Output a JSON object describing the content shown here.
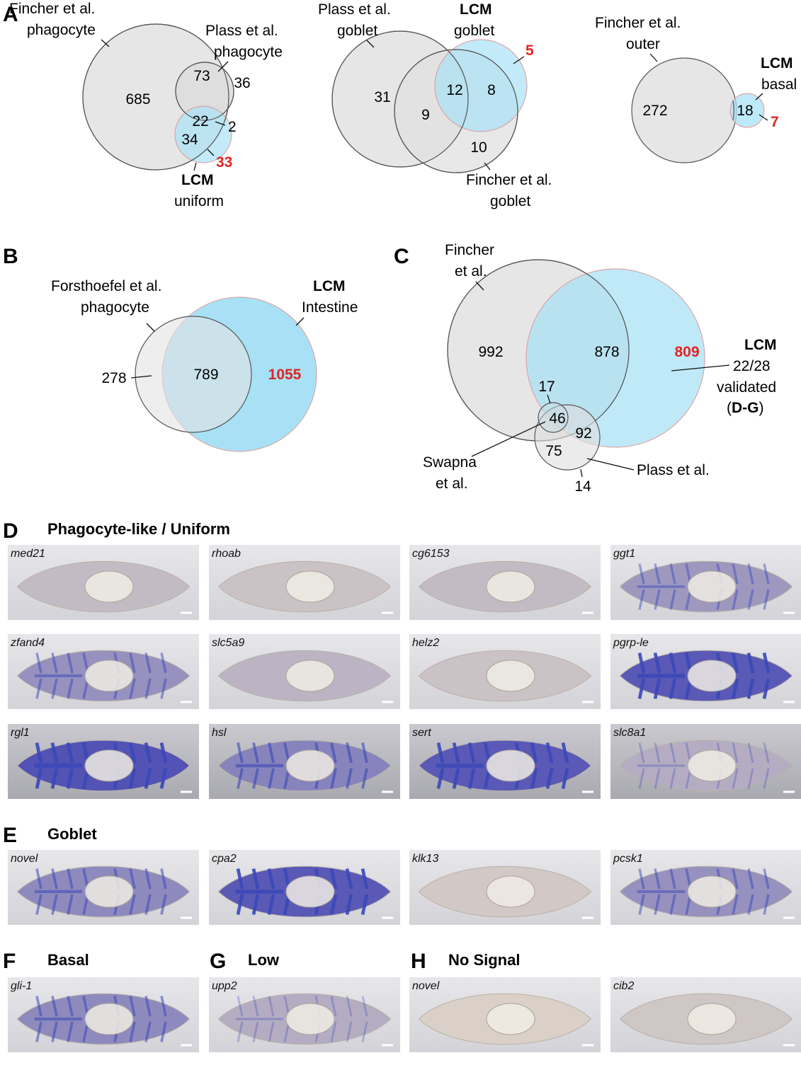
{
  "colors": {
    "gray_circle": "#e6e6e6",
    "lcm_circle": "#a8e1f5",
    "overlap": "#8fc6dc",
    "novel_red": "#e02424",
    "stain_blue": "#3a48b8",
    "tissue": "#e7ddc9"
  },
  "panels": {
    "A": {
      "letter": "A",
      "venn1": {
        "fincher_label": [
          "Fincher et al.",
          "phagocyte"
        ],
        "plass_label": [
          "Plass et al.",
          "phagocyte"
        ],
        "lcm_label": [
          "LCM",
          "uniform"
        ],
        "n_fincher_only": "685",
        "n_fincher_plass": "73",
        "n_plass_only": "36",
        "n_all": "22",
        "n_plass_lcm": "2",
        "n_fincher_lcm": "34",
        "n_lcm_only": "33"
      },
      "venn2": {
        "plass_label": [
          "Plass et al.",
          "goblet"
        ],
        "lcm_label": [
          "LCM",
          "goblet"
        ],
        "fincher_label": [
          "Fincher et al.",
          "goblet"
        ],
        "n_plass_only": "31",
        "n_plass_fincher": "9",
        "n_all": "12",
        "n_lcm_fincher": "8",
        "n_lcm_only": "5",
        "n_fincher_only": "10"
      },
      "venn3": {
        "fincher_label": [
          "Fincher et al.",
          "outer"
        ],
        "lcm_label": [
          "LCM",
          "basal"
        ],
        "n_fincher_only": "272",
        "n_both": "18",
        "n_lcm_only": "7"
      }
    },
    "B": {
      "letter": "B",
      "forsthoefel_label": [
        "Forsthoefel et al.",
        "phagocyte"
      ],
      "lcm_label": [
        "LCM",
        "Intestine"
      ],
      "n_forsthoefel_only": "278",
      "n_both": "789",
      "n_lcm_only": "1055"
    },
    "C": {
      "letter": "C",
      "fincher_label": [
        "Fincher",
        "et al."
      ],
      "lcm_label": [
        "LCM",
        "22/28",
        "validated"
      ],
      "lcm_validated_ref_open": "(",
      "lcm_validated_ref": "D-G",
      "lcm_validated_ref_close": ")",
      "swapna_label": [
        "Swapna",
        "et al."
      ],
      "plass_label": "Plass et al.",
      "n_fincher_only": "992",
      "n_fincher_lcm": "878",
      "n_lcm_only": "809",
      "n_fincher_swapna": "17",
      "n_center": "46",
      "n_plass_lcm": "92",
      "n_plass_fincher": "75",
      "n_plass_only": "14"
    },
    "D": {
      "letter": "D",
      "title": "Phagocyte-like / Uniform",
      "genes": [
        "med21",
        "rhoab",
        "cg6153",
        "ggt1",
        "zfand4",
        "slc5a9",
        "helz2",
        "pgrp-le",
        "rgl1",
        "hsl",
        "sert",
        "slc8a1"
      ]
    },
    "E": {
      "letter": "E",
      "title": "Goblet",
      "genes": [
        "novel",
        "cpa2",
        "klk13",
        "pcsk1"
      ]
    },
    "F": {
      "letter": "F",
      "title": "Basal",
      "genes": [
        "gli-1"
      ]
    },
    "G": {
      "letter": "G",
      "title": "Low",
      "genes": [
        "upp2"
      ]
    },
    "H": {
      "letter": "H",
      "title": "No Signal",
      "genes": [
        "novel",
        "cib2"
      ]
    }
  }
}
